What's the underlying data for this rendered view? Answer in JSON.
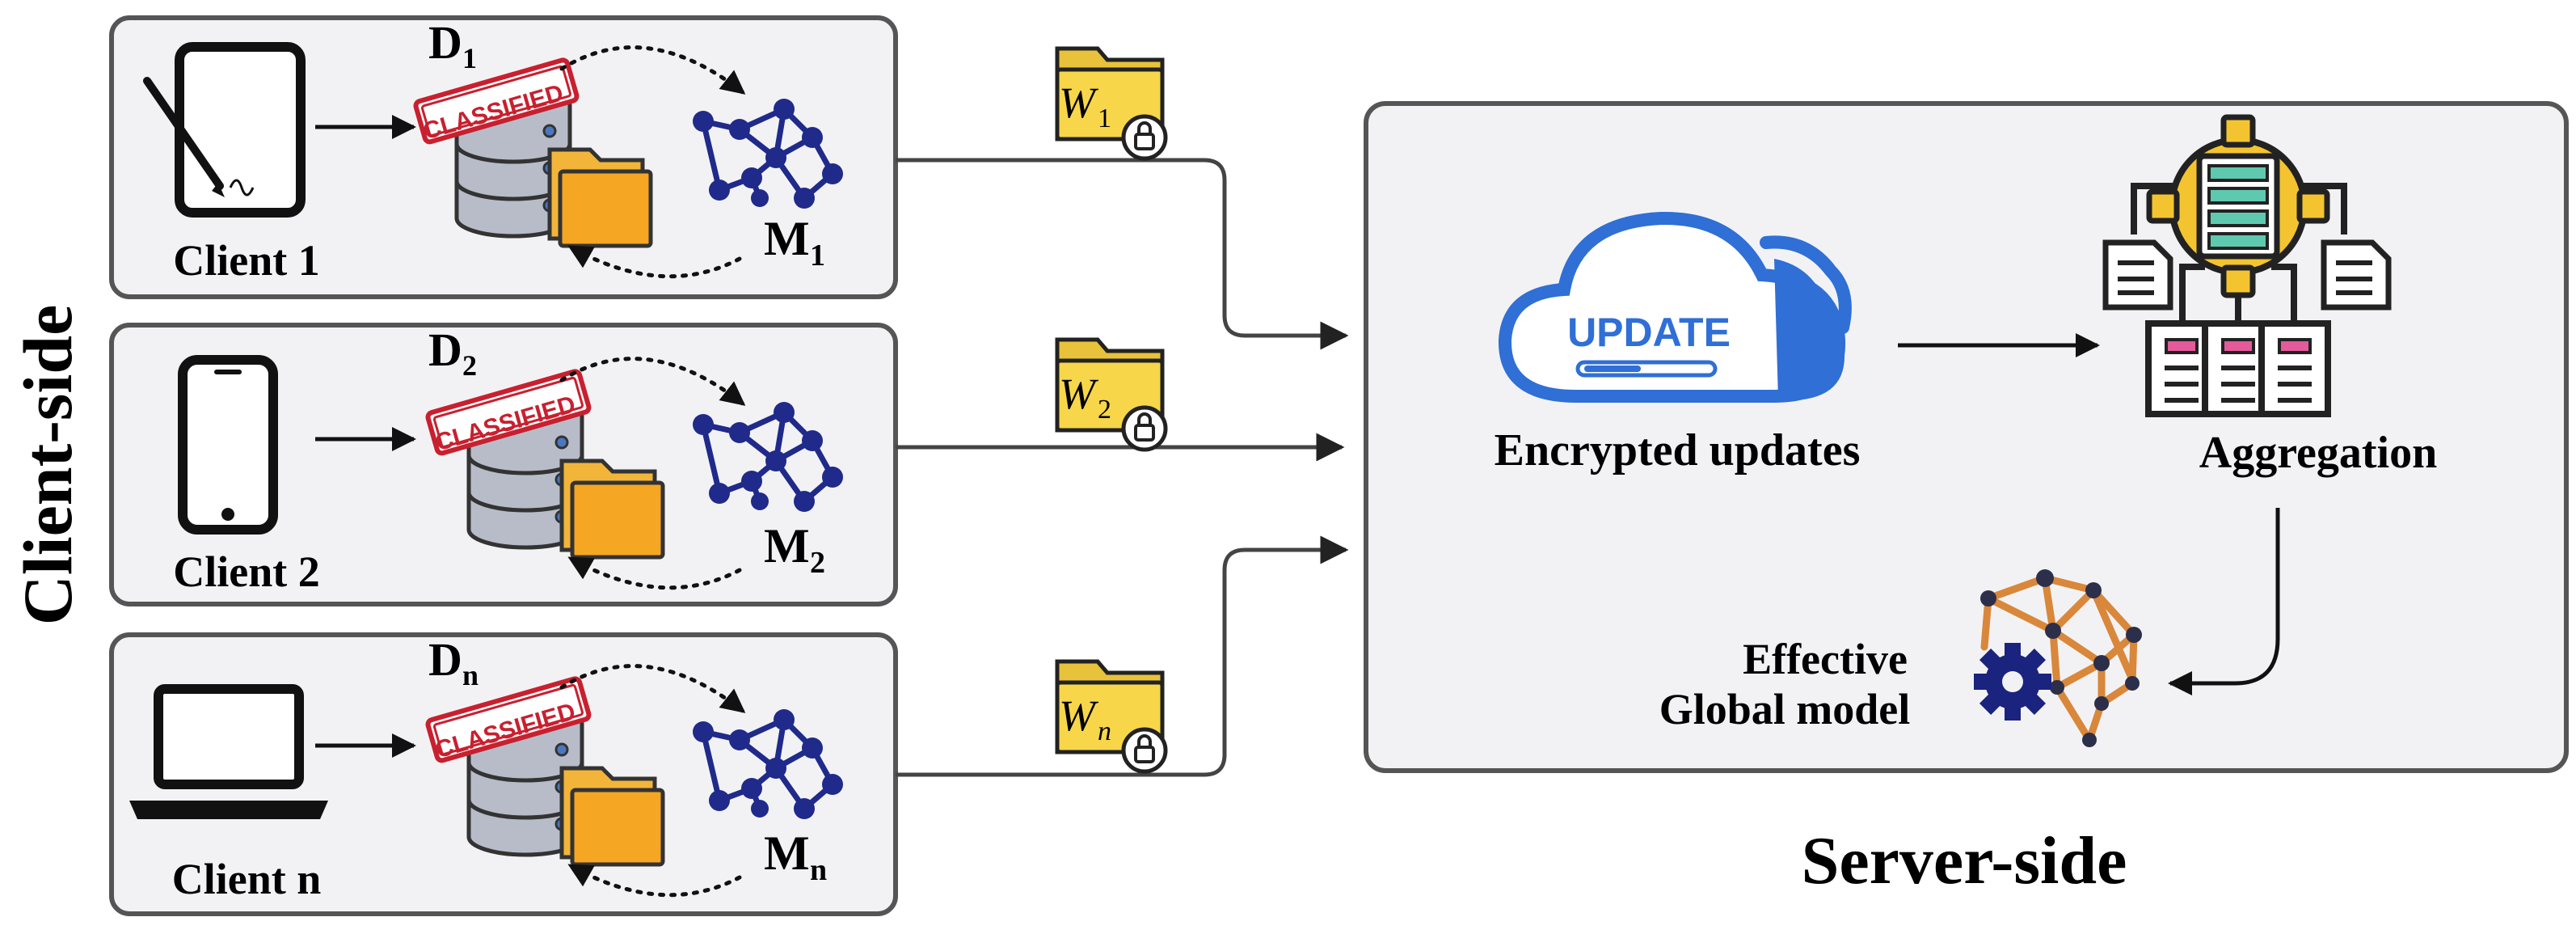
{
  "side_labels": {
    "client_side": "Client-side",
    "server_side": "Server-side"
  },
  "clients": [
    {
      "name": "Client 1",
      "device_icon": "tablet-icon",
      "dataset": "D",
      "dataset_sub": "1",
      "model": "M",
      "model_sub": "1",
      "weight": "W",
      "weight_sub": "1",
      "stamp": "CLASSIFIED"
    },
    {
      "name": "Client 2",
      "device_icon": "smartphone-icon",
      "dataset": "D",
      "dataset_sub": "2",
      "model": "M",
      "model_sub": "2",
      "weight": "W",
      "weight_sub": "2",
      "stamp": "CLASSIFIED"
    },
    {
      "name": "Client n",
      "device_icon": "laptop-icon",
      "dataset": "D",
      "dataset_sub": "n",
      "model": "M",
      "model_sub": "n",
      "weight": "W",
      "weight_sub": "n",
      "stamp": "CLASSIFIED"
    }
  ],
  "server": {
    "cloud_text": "UPDATE",
    "encrypted_label": "Encrypted updates",
    "aggregation_label": "Aggregation",
    "global_model_line1": "Effective",
    "global_model_line2": "Global model"
  },
  "colors": {
    "panel_fill": "#f2f2f4",
    "panel_stroke": "#555555",
    "network_blue": "#1f2a8a",
    "stamp_red": "#c8202f",
    "folder_orange": "#f5a623",
    "weight_folder_yellow": "#f7d64a",
    "cloud_blue": "#2f6fd6",
    "gear_yellow": "#f4c430",
    "brain_orange": "#d9873a",
    "gear_navy": "#1a237e"
  }
}
